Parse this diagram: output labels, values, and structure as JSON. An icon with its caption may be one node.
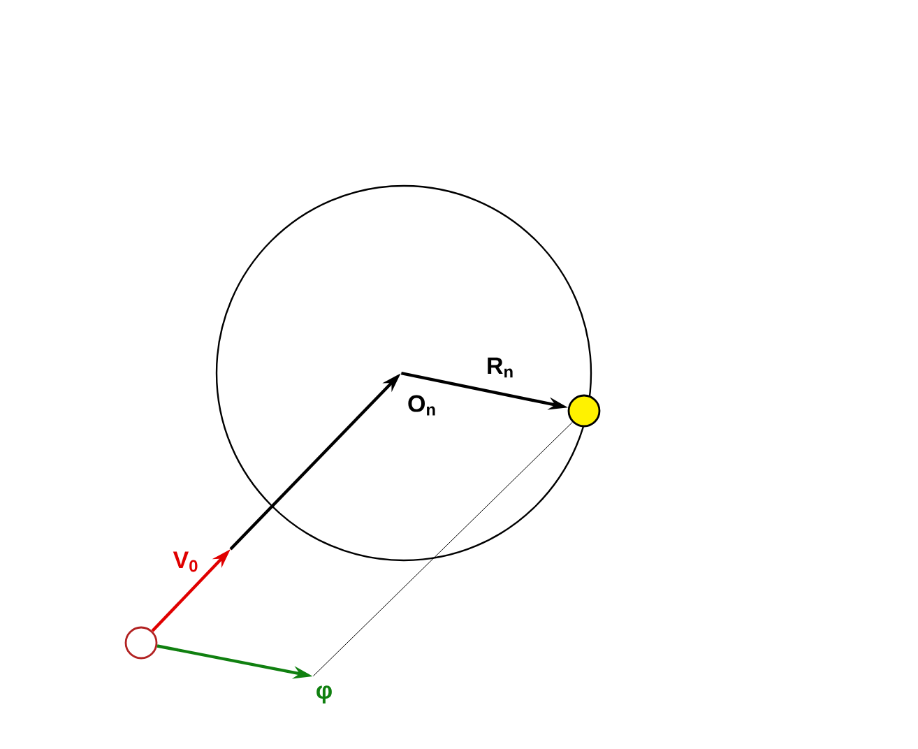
{
  "diagram": {
    "nodes": [
      {
        "text": [],
        "shape": "circle"
      },
      {
        "text": [],
        "shape": "circle"
      },
      {
        "text": [
          "O$_{n}$"
        ],
        "in": 0
      },
      {
        "text": [],
        "shape": "circle"
      },
      {
        "text": [
          "φ"
        ]
      }
    ],
    "edges": [
      {
        "from": 1,
        "to": null,
        "arrow": "to",
        "label": "V$_{0}$",
        "color": "#e00000"
      },
      {
        "from": null,
        "to": 2,
        "arrow": "to"
      },
      {
        "from": 2,
        "to": 3,
        "arrow": "to",
        "label": "R$_{n}$"
      },
      {
        "from": 1,
        "to": 4,
        "arrow": "to",
        "color": "#108010"
      },
      {
        "from": 4,
        "to": 3,
        "arrow": "none"
      }
    ]
  }
}
